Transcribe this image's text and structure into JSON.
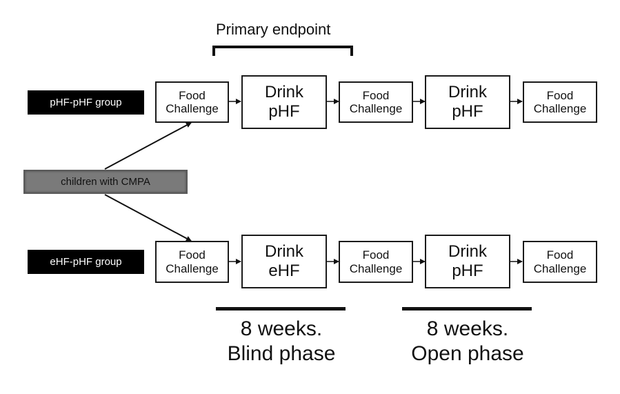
{
  "primary_endpoint": {
    "label": "Primary endpoint"
  },
  "source": {
    "label": "children with CMPA"
  },
  "groups": [
    {
      "label": "pHF-pHF group",
      "steps": [
        {
          "line1": "Food",
          "line2": "Challenge"
        },
        {
          "line1": "Drink",
          "line2": "pHF"
        },
        {
          "line1": "Food",
          "line2": "Challenge"
        },
        {
          "line1": "Drink",
          "line2": "pHF"
        },
        {
          "line1": "Food",
          "line2": "Challenge"
        }
      ]
    },
    {
      "label": "eHF-pHF group",
      "steps": [
        {
          "line1": "Food",
          "line2": "Challenge"
        },
        {
          "line1": "Drink",
          "line2": "eHF"
        },
        {
          "line1": "Food",
          "line2": "Challenge"
        },
        {
          "line1": "Drink",
          "line2": "pHF"
        },
        {
          "line1": "Food",
          "line2": "Challenge"
        }
      ]
    }
  ],
  "phases": [
    {
      "line1": "8 weeks.",
      "line2": "Blind phase"
    },
    {
      "line1": "8 weeks.",
      "line2": "Open phase"
    }
  ]
}
